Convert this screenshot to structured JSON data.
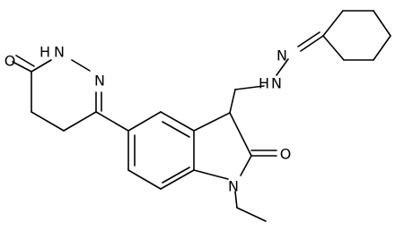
{
  "atom_labels": {
    "carbonyl_o_pyridazinone": "O",
    "nh_pyridazinone": "H",
    "n_pyridazinone_1": "N",
    "n_pyridazinone_2": "N",
    "n_hydrazone_1": "N",
    "nh_hydrazone": "N",
    "h_hydrazone": "H",
    "carbonyl_o_oxindole": "O",
    "n_oxindole": "N"
  }
}
